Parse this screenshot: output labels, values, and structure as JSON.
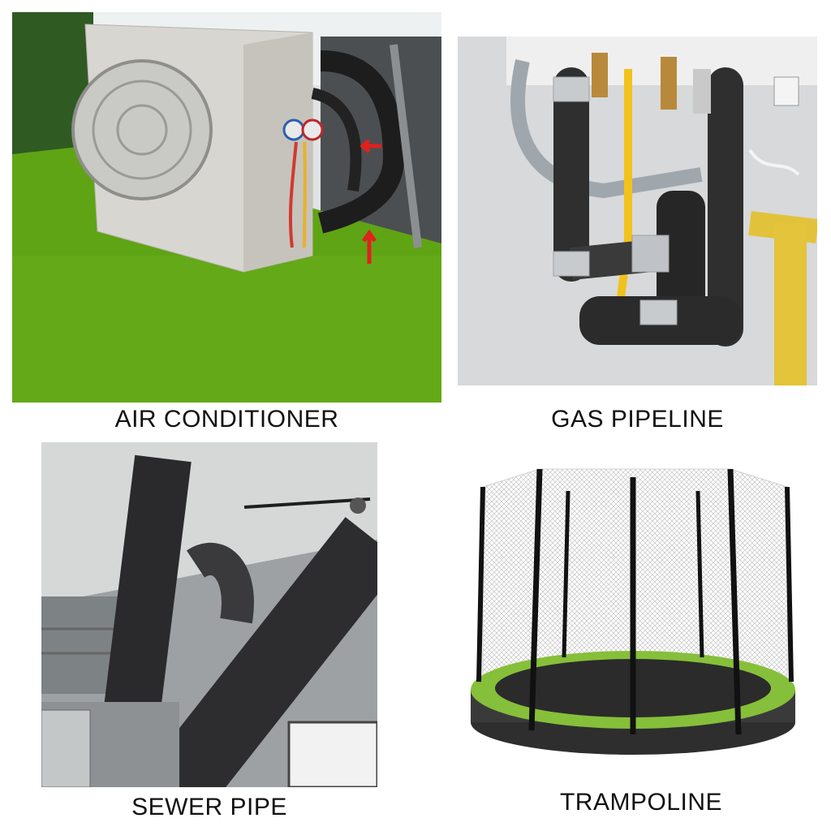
{
  "panels": [
    {
      "caption": "AIR CONDITIONER",
      "icon": "air-conditioner-unit"
    },
    {
      "caption": "GAS PIPELINE",
      "icon": "insulated-gas-pipes"
    },
    {
      "caption": "SEWER PIPE",
      "icon": "insulated-sewer-pipes"
    },
    {
      "caption": "TRAMPOLINE",
      "icon": "trampoline-with-net"
    }
  ],
  "colors": {
    "grass": "#5fa414",
    "insulation": "#2e2e2e",
    "trampoline_pad": "#8cc63f",
    "background": "#ffffff"
  }
}
